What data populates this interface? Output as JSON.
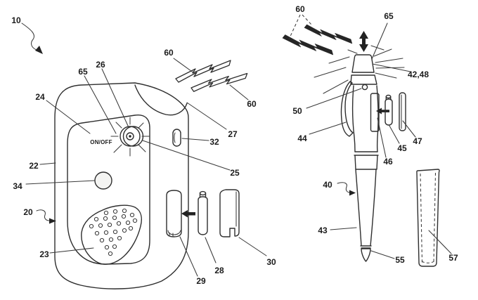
{
  "figure": {
    "background": "#ffffff",
    "line_color": "#2e2e2e",
    "label_color": "#1b1b1b"
  },
  "labels": {
    "ref_10": "10",
    "ref_20": "20",
    "ref_22": "22",
    "ref_23": "23",
    "ref_24": "24",
    "ref_25": "25",
    "ref_26": "26",
    "ref_27": "27",
    "ref_28": "28",
    "ref_29": "29",
    "ref_30": "30",
    "ref_32": "32",
    "ref_34": "34",
    "ref_40": "40",
    "ref_42_48": "42,48",
    "ref_43": "43",
    "ref_44": "44",
    "ref_45": "45",
    "ref_46": "46",
    "ref_47": "47",
    "ref_50": "50",
    "ref_55": "55",
    "ref_57": "57",
    "ref_60_a": "60",
    "ref_60_b": "60",
    "ref_60_c": "60",
    "ref_65_left": "65",
    "ref_65_right": "65",
    "on_off": "ON/OFF"
  }
}
